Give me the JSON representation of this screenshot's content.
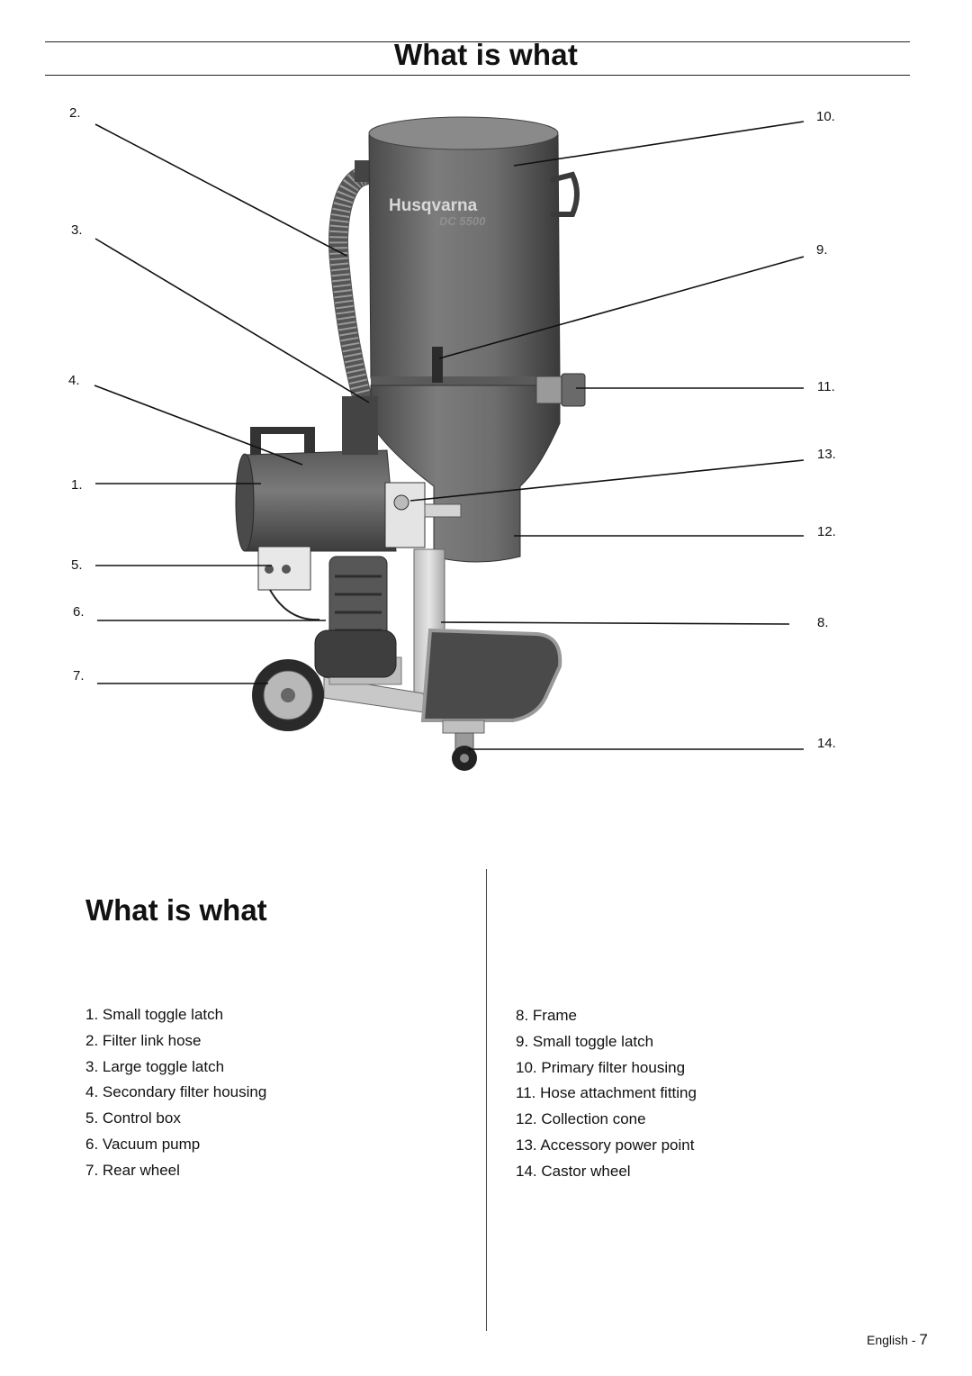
{
  "header": {
    "title": "What is what"
  },
  "figure": {
    "brand_text": "Husqvarna",
    "model_text": "DC 5500",
    "callouts": [
      "1.",
      "2.",
      "3.",
      "4.",
      "5.",
      "6.",
      "7.",
      "8.",
      "9.",
      "10.",
      "11.",
      "12.",
      "13.",
      "14."
    ]
  },
  "section": {
    "title": "What is what",
    "items_left": [
      "1. Small toggle latch",
      "2. Filter link hose",
      "3. Large toggle latch",
      "4. Secondary filter housing",
      "5. Control box",
      "6. Vacuum pump",
      "7. Rear wheel"
    ],
    "items_right": [
      "8. Frame",
      "9. Small toggle latch",
      "10. Primary filter housing",
      "11. Hose attachment fitting",
      "12. Collection cone",
      "13. Accessory power point",
      "14. Castor wheel"
    ]
  },
  "footer": {
    "language": "English",
    "separator": "-",
    "page_number": "7"
  }
}
